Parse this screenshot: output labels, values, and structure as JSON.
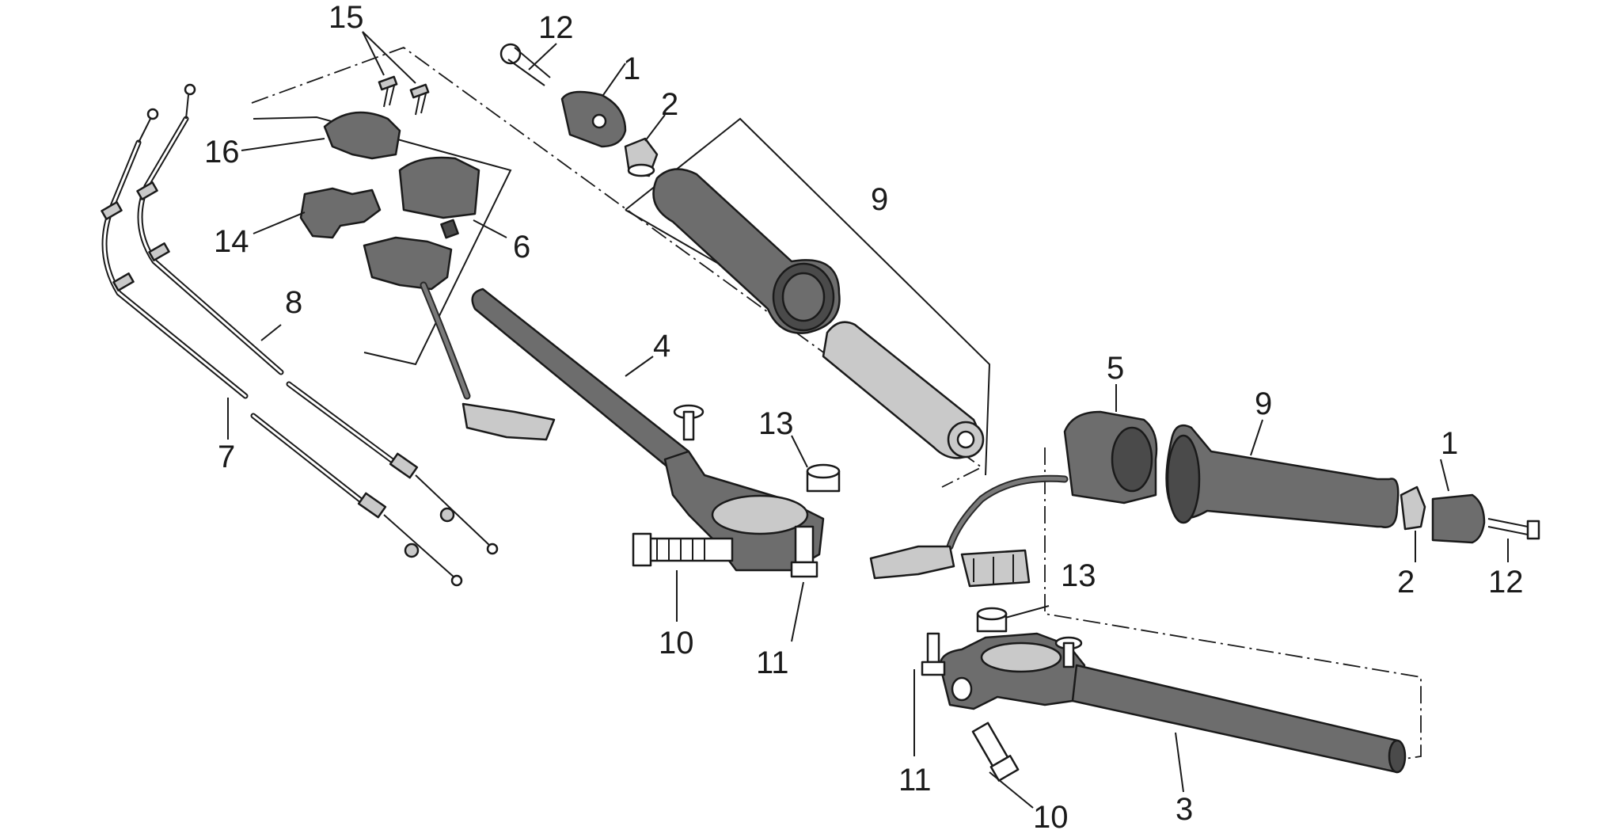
{
  "callouts": {
    "c1a": "1",
    "c1b": "1",
    "c2a": "2",
    "c2b": "2",
    "c3": "3",
    "c4": "4",
    "c5": "5",
    "c6": "6",
    "c7": "7",
    "c8": "8",
    "c9a": "9",
    "c9b": "9",
    "c10a": "10",
    "c10b": "10",
    "c11a": "11",
    "c11b": "11",
    "c12a": "12",
    "c12b": "12",
    "c13a": "13",
    "c13b": "13",
    "c14": "14",
    "c15": "15",
    "c16": "16"
  }
}
